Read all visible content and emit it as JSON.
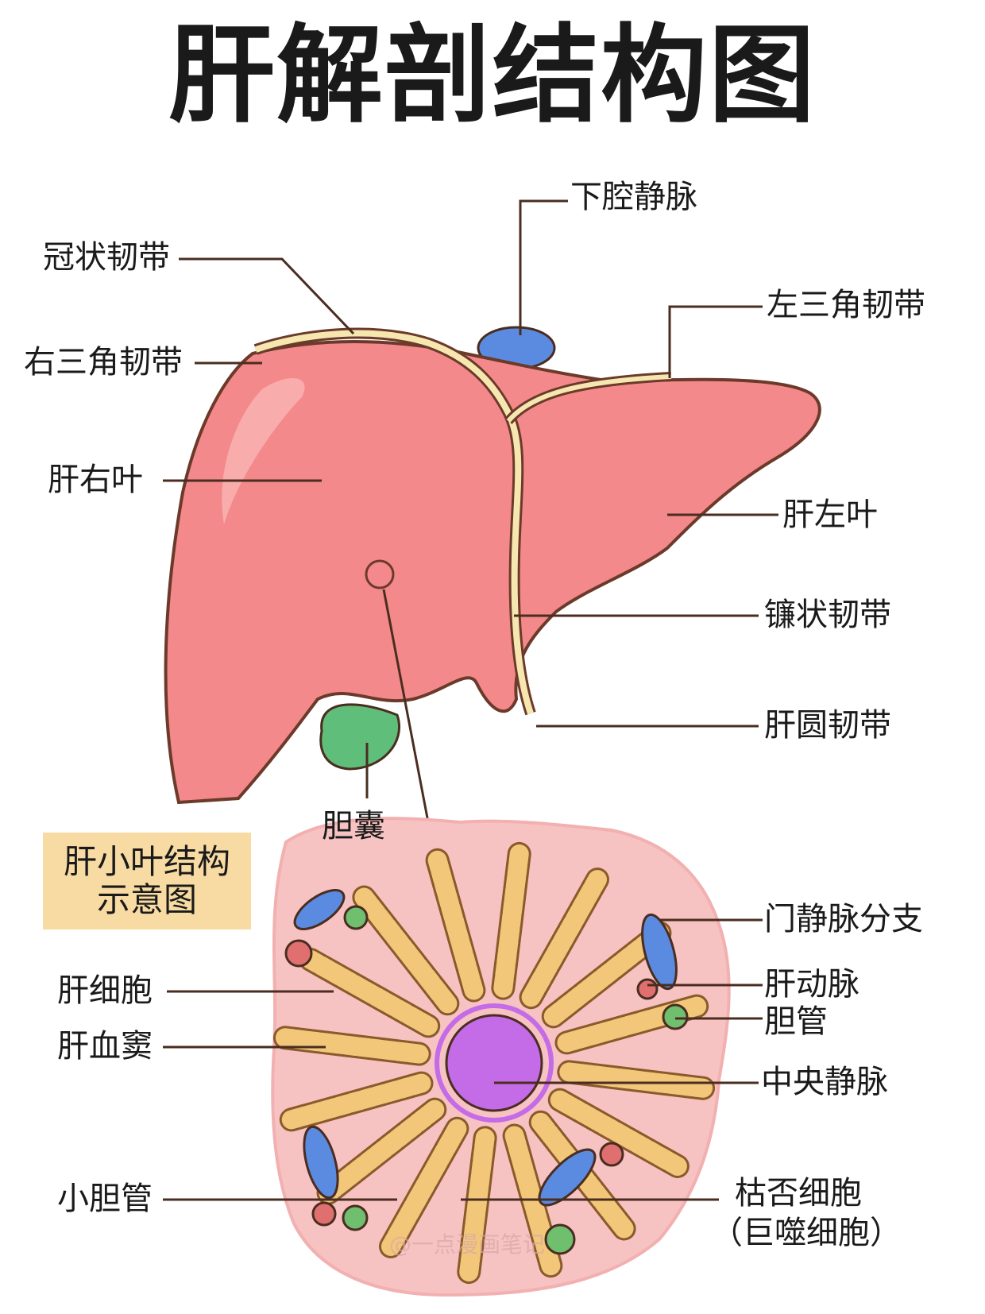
{
  "title": "肝解剖结构图",
  "liver_labels": {
    "ivc": "下腔静脉",
    "coronary": "冠状韧带",
    "right_triangular": "右三角韧带",
    "left_triangular": "左三角韧带",
    "right_lobe": "肝右叶",
    "left_lobe": "肝左叶",
    "falciform": "镰状韧带",
    "round": "肝圆韧带",
    "gallbladder": "胆囊"
  },
  "lobule_box": {
    "line1": "肝小叶结构",
    "line2": "示意图"
  },
  "lobule_labels": {
    "hepatocyte": "肝细胞",
    "sinusoid": "肝血窦",
    "bile_ductule": "小胆管",
    "portal_branch": "门静脉分支",
    "hepatic_artery": "肝动脉",
    "bile_duct": "胆管",
    "central_vein": "中央静脉",
    "kupffer_line1": "枯否细胞",
    "kupffer_line2": "（巨噬细胞）"
  },
  "watermark": "@一点漫画笔记",
  "colors": {
    "liver": "#f4898b",
    "liver_edge": "#6b3a2a",
    "ligament": "#f6e7b0",
    "ivc": "#5b8be0",
    "gallbladder": "#5fbf7a",
    "lobule_bg": "#f7c2c2",
    "cord": "#f2c77a",
    "central_vein": "#c46be8"
  }
}
